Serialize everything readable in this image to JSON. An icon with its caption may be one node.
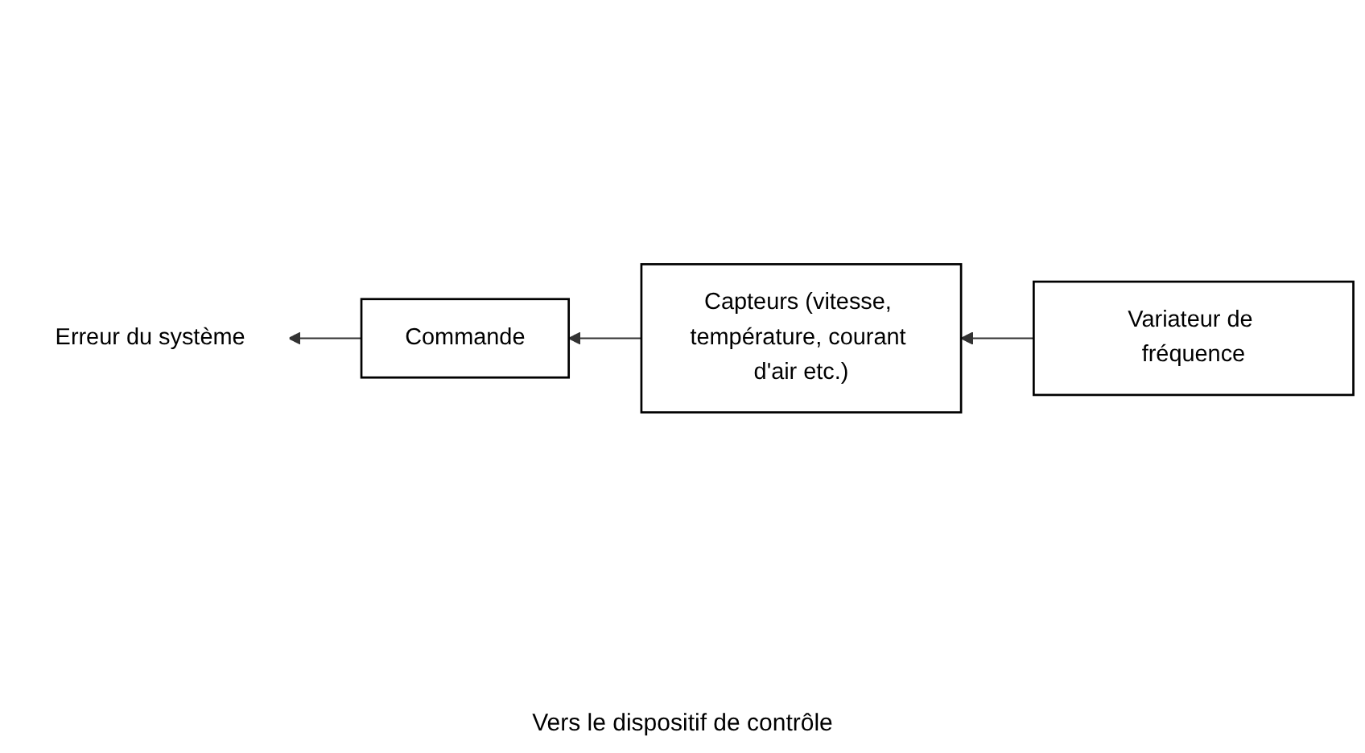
{
  "diagram": {
    "nodes": [
      {
        "text": [
          "Commande"
        ]
      },
      {
        "text": [
          "Erreur du système"
        ]
      },
      {
        "text": [
          "Variateur de fréquence"
        ]
      },
      {
        "text": [
          "Capteurs (vitesse, température, courant d'air etc.)"
        ]
      }
    ],
    "edges": [
      {
        "from": 0,
        "to": 1,
        "arrow": "to"
      },
      {
        "from": 2,
        "to": 3,
        "arrow": "to"
      },
      {
        "from": 3,
        "to": 0,
        "arrow": "to"
      }
    ],
    "labels": [
      "Vers le dispositif de contrôle"
    ]
  }
}
